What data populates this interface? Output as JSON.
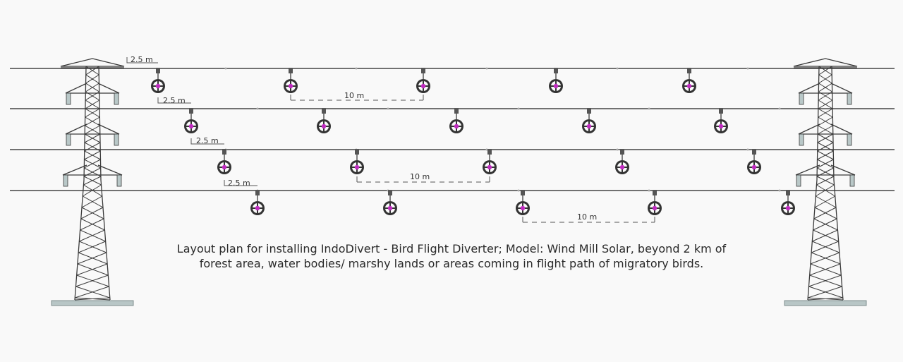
{
  "caption": {
    "line1": "Layout plan for installing IndoDivert - Bird Flight Diverter; Model: Wind Mill Solar, beyond 2 km of",
    "line2": "forest area, water bodies/ marshy lands or areas coming in flight path of migratory birds."
  },
  "dimensions": {
    "offset_label": "2.5 m",
    "spacing_label": "10 m"
  },
  "colors": {
    "line": "#444444",
    "tower": "#3a3a3a",
    "tower_base": "#b8c6c6",
    "diverter_center": "#c02bc0"
  }
}
